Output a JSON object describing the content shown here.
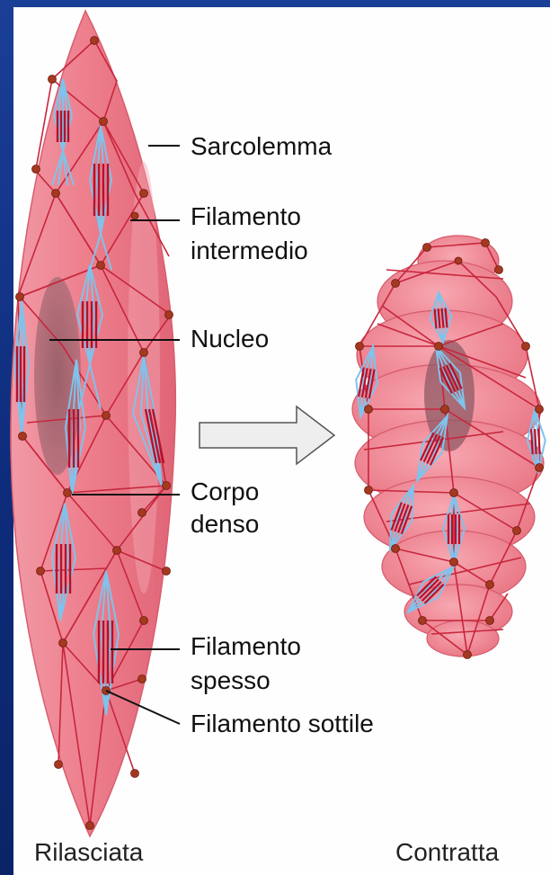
{
  "labels": {
    "sarcolemma": "Sarcolemma",
    "filamento_intermedio_1": "Filamento",
    "filamento_intermedio_2": "intermedio",
    "nucleo": "Nucleo",
    "corpo_denso_1": "Corpo",
    "corpo_denso_2": "denso",
    "filamento_spesso_1": "Filamento",
    "filamento_spesso_2": "spesso",
    "filamento_sottile": "Filamento sottile"
  },
  "captions": {
    "relaxed": "Rilasciata",
    "contracted": "Contratta"
  },
  "colors": {
    "cell": "#ee7b88",
    "cell_light": "#f7a4ae",
    "network": "#c8263c",
    "dense_body": "#a5381f",
    "thin_filament": "#7fc3ec",
    "thick_filament": "#b4122d",
    "nucleus": "#7a4a55",
    "background_blue": "#133a8e"
  }
}
